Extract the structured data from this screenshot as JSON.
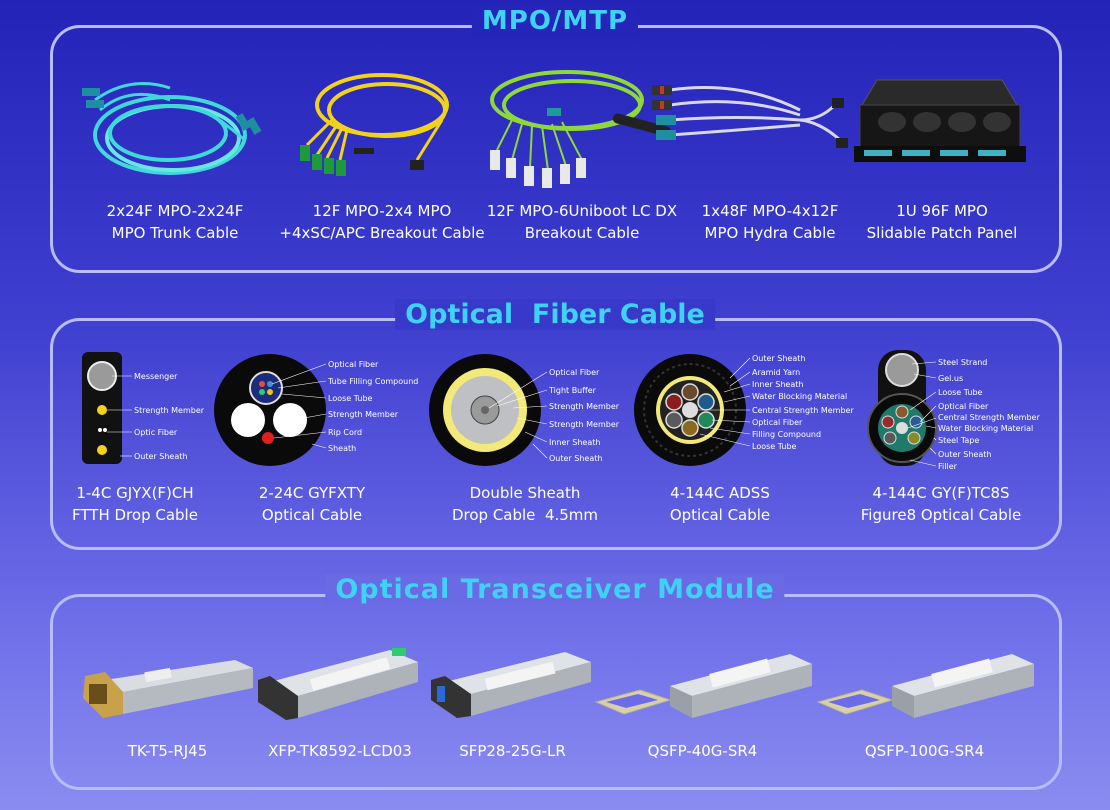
{
  "sections": {
    "mpo": {
      "title": "MPO/MTP",
      "products": [
        {
          "line1": "2x24F MPO-2x24F",
          "line2": "MPO Trunk Cable",
          "icon": "aqua-trunk-cable-icon"
        },
        {
          "line1": "12F MPO-2x4 MPO",
          "line2": "+4xSC/APC Breakout Cable",
          "icon": "yellow-breakout-cable-icon"
        },
        {
          "line1": "12F MPO-6Uniboot LC DX",
          "line2": "Breakout Cable",
          "icon": "green-uniboot-cable-icon"
        },
        {
          "line1": "1x48F MPO-4x12F",
          "line2": "MPO Hydra Cable",
          "icon": "hydra-cable-icon"
        },
        {
          "line1": "1U 96F MPO",
          "line2": "Slidable Patch Panel",
          "icon": "patch-panel-icon"
        }
      ]
    },
    "fiber": {
      "title": "Optical  Fiber Cable",
      "products": [
        {
          "line1": "1-4C GJYX(F)CH",
          "line2": "FTTH Drop Cable",
          "icon": "ftth-drop-cable-cross-section-icon",
          "labels": [
            "Messenger",
            "Strength Member",
            "Optic Fiber",
            "Outer Sheath"
          ]
        },
        {
          "line1": "2-24C GYFXTY",
          "line2": "Optical Cable",
          "icon": "gyfxty-cross-section-icon",
          "labels": [
            "Optical Fiber",
            "Tube Filling Compound",
            "Loose Tube",
            "Strength Member",
            "Rip Cord",
            "Sheath"
          ]
        },
        {
          "line1": "Double Sheath",
          "line2": "Drop Cable  4.5mm",
          "icon": "double-sheath-cross-section-icon",
          "labels": [
            "Optical Fiber",
            "Tight Buffer",
            "Strength Member",
            "Strength Member",
            "Inner Sheath",
            "Outer Sheath"
          ]
        },
        {
          "line1": "4-144C ADSS",
          "line2": "Optical Cable",
          "icon": "adss-cross-section-icon",
          "labels": [
            "Outer Sheath",
            "Aramid Yarn",
            "Inner Sheath",
            "Water Blocking Material",
            "Central Strength Member",
            "Optical Fiber",
            "Filling Compound",
            "Loose Tube"
          ]
        },
        {
          "line1": "4-144C GY(F)TC8S",
          "line2": "Figure8 Optical Cable",
          "icon": "figure8-cross-section-icon",
          "labels": [
            "Steel Strand",
            "Gel.us",
            "Loose Tube",
            "Optical Fiber",
            "Central Strength Member",
            "Water Blocking Material",
            "Steel Tape",
            "Outer Sheath",
            "Filler"
          ]
        }
      ]
    },
    "transceiver": {
      "title": "Optical Transceiver Module",
      "products": [
        {
          "line1": "TK-T5-RJ45",
          "icon": "sfp-rj45-module-icon"
        },
        {
          "line1": "XFP-TK8592-LCD03",
          "icon": "xfp-module-icon"
        },
        {
          "line1": "SFP28-25G-LR",
          "icon": "sfp28-module-icon"
        },
        {
          "line1": "QSFP-40G-SR4",
          "icon": "qsfp-40g-module-icon"
        },
        {
          "line1": "QSFP-100G-SR4",
          "icon": "qsfp-100g-module-icon"
        }
      ]
    }
  },
  "colors": {
    "title": "#3fd2f4",
    "border": "#b9bcff",
    "aqua": "#40d8d8",
    "yellow": "#f2d21b",
    "green": "#8fd83a"
  }
}
